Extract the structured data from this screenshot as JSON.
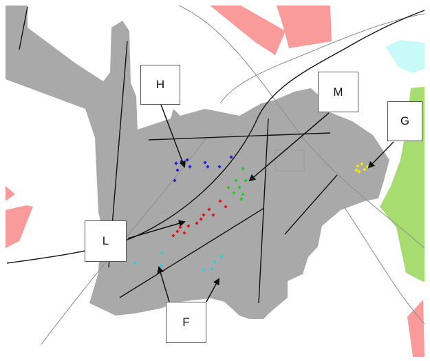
{
  "map": {
    "colors": {
      "background": "#ffffff",
      "airfield": "#a9a9a9",
      "pink_area": "#f99b9b",
      "green_area": "#a6dc70",
      "cyan_area": "#c8fafa",
      "road": "#111111",
      "thin_road": "#8c8c8c"
    },
    "labels": [
      {
        "id": "H",
        "text": "H"
      },
      {
        "id": "M",
        "text": "M"
      },
      {
        "id": "G",
        "text": "G"
      },
      {
        "id": "L",
        "text": "L"
      },
      {
        "id": "F",
        "text": "F"
      }
    ],
    "clusters": [
      {
        "id": "H",
        "color": "#1f1fd6",
        "count": 10
      },
      {
        "id": "M",
        "color": "#22cc22",
        "count": 8
      },
      {
        "id": "G",
        "color": "#f2e600",
        "count": 6
      },
      {
        "id": "L",
        "color": "#e01515",
        "count": 12
      },
      {
        "id": "F",
        "color": "#22d0e0",
        "count": 7
      }
    ]
  }
}
